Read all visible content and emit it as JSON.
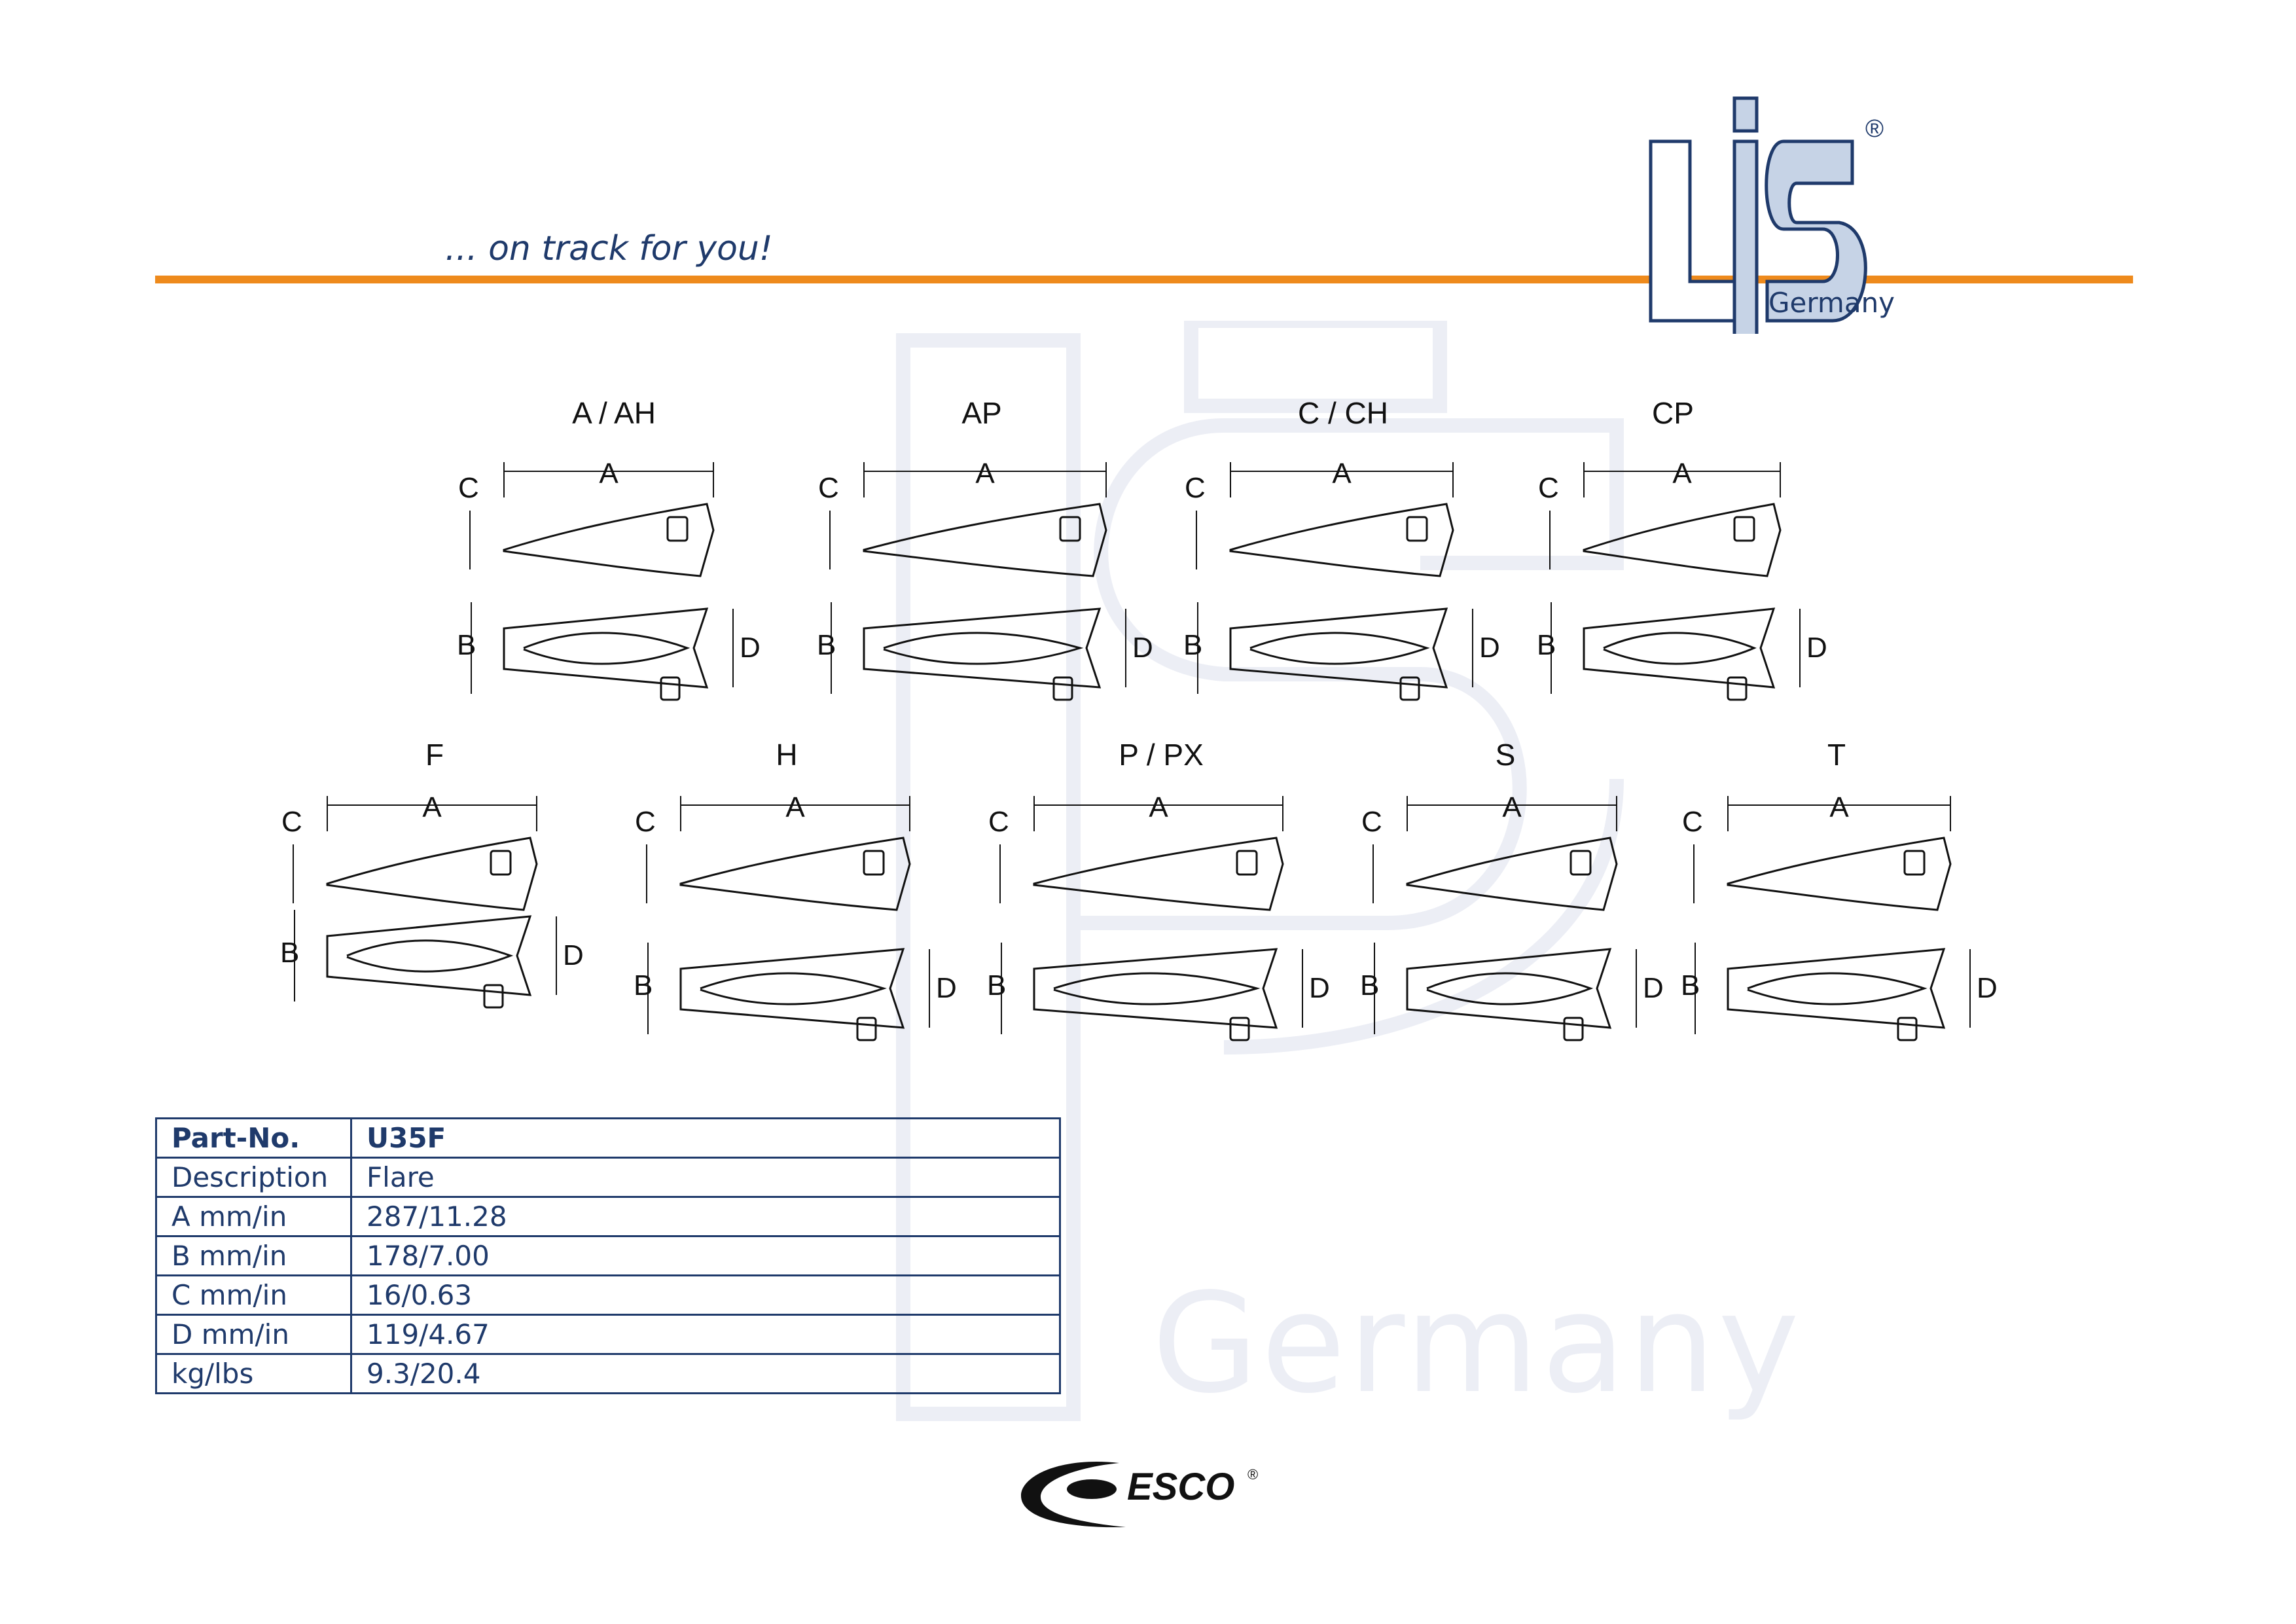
{
  "header": {
    "tagline": "... on track for you!",
    "accent_color": "#ee8a1c",
    "brand_color": "#1f3a6b"
  },
  "logo": {
    "letters": "LIS",
    "country": "Germany",
    "registered": "®"
  },
  "watermark": {
    "text": "Germany"
  },
  "drawings": [
    {
      "title": "A / AH",
      "labels": [
        "C",
        "A",
        "B",
        "D"
      ]
    },
    {
      "title": "AP",
      "labels": [
        "C",
        "A",
        "B",
        "D"
      ]
    },
    {
      "title": "C / CH",
      "labels": [
        "C",
        "A",
        "B",
        "D"
      ]
    },
    {
      "title": "CP",
      "labels": [
        "C",
        "A",
        "B",
        "D"
      ]
    },
    {
      "title": "F",
      "labels": [
        "C",
        "A",
        "B",
        "D"
      ]
    },
    {
      "title": "H",
      "labels": [
        "C",
        "A",
        "B",
        "D"
      ]
    },
    {
      "title": "P / PX",
      "labels": [
        "C",
        "A",
        "B",
        "D"
      ]
    },
    {
      "title": "S",
      "labels": [
        "C",
        "A",
        "B",
        "D"
      ]
    },
    {
      "title": "T",
      "labels": [
        "C",
        "A",
        "B",
        "D"
      ]
    }
  ],
  "spec_table": {
    "rows": [
      {
        "key": "Part-No.",
        "value": "U35F"
      },
      {
        "key": "Description",
        "value": "Flare"
      },
      {
        "key": "A mm/in",
        "value": "287/11.28"
      },
      {
        "key": "B mm/in",
        "value": "178/7.00"
      },
      {
        "key": "C mm/in",
        "value": "16/0.63"
      },
      {
        "key": "D mm/in",
        "value": "119/4.67"
      },
      {
        "key": "kg/lbs",
        "value": "9.3/20.4"
      }
    ]
  },
  "footer": {
    "brand": "ESCO",
    "registered": "®"
  }
}
